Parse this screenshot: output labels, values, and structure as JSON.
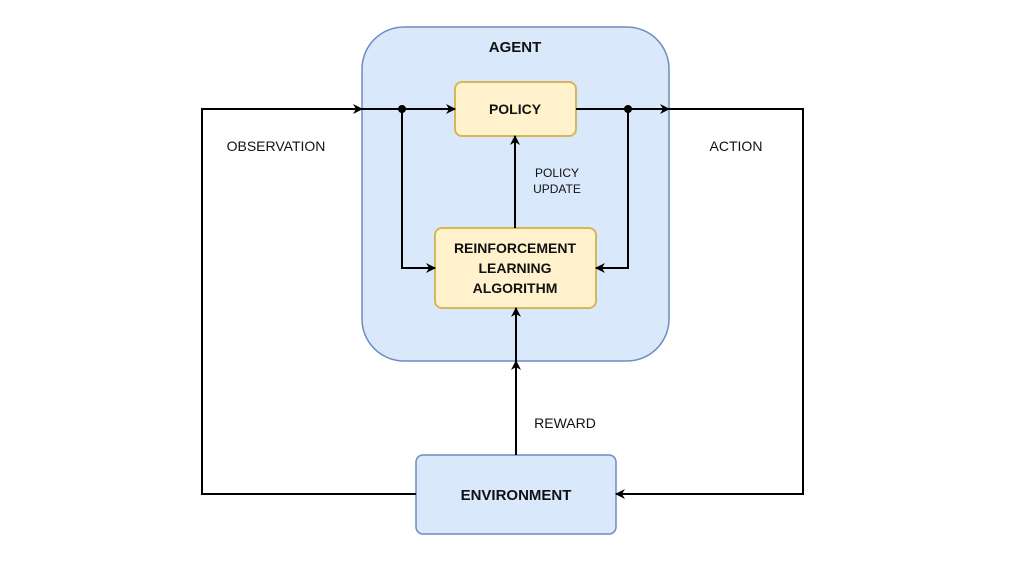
{
  "colors": {
    "agent_fill": "#dae8fc",
    "agent_stroke": "#6c8ebf",
    "node_fill": "#fff2cc",
    "node_stroke": "#d6b656",
    "environment_fill": "#dae8fc",
    "environment_stroke": "#6c8ebf",
    "line": "#000000"
  },
  "agent": {
    "title": "AGENT"
  },
  "nodes": {
    "policy": "POLICY",
    "rl_algorithm": [
      "REINFORCEMENT",
      "LEARNING",
      "ALGORITHM"
    ],
    "environment": "ENVIRONMENT"
  },
  "edges": {
    "observation": "OBSERVATION",
    "action": "ACTION",
    "reward": "REWARD",
    "policy_update": [
      "POLICY",
      "UPDATE"
    ]
  }
}
